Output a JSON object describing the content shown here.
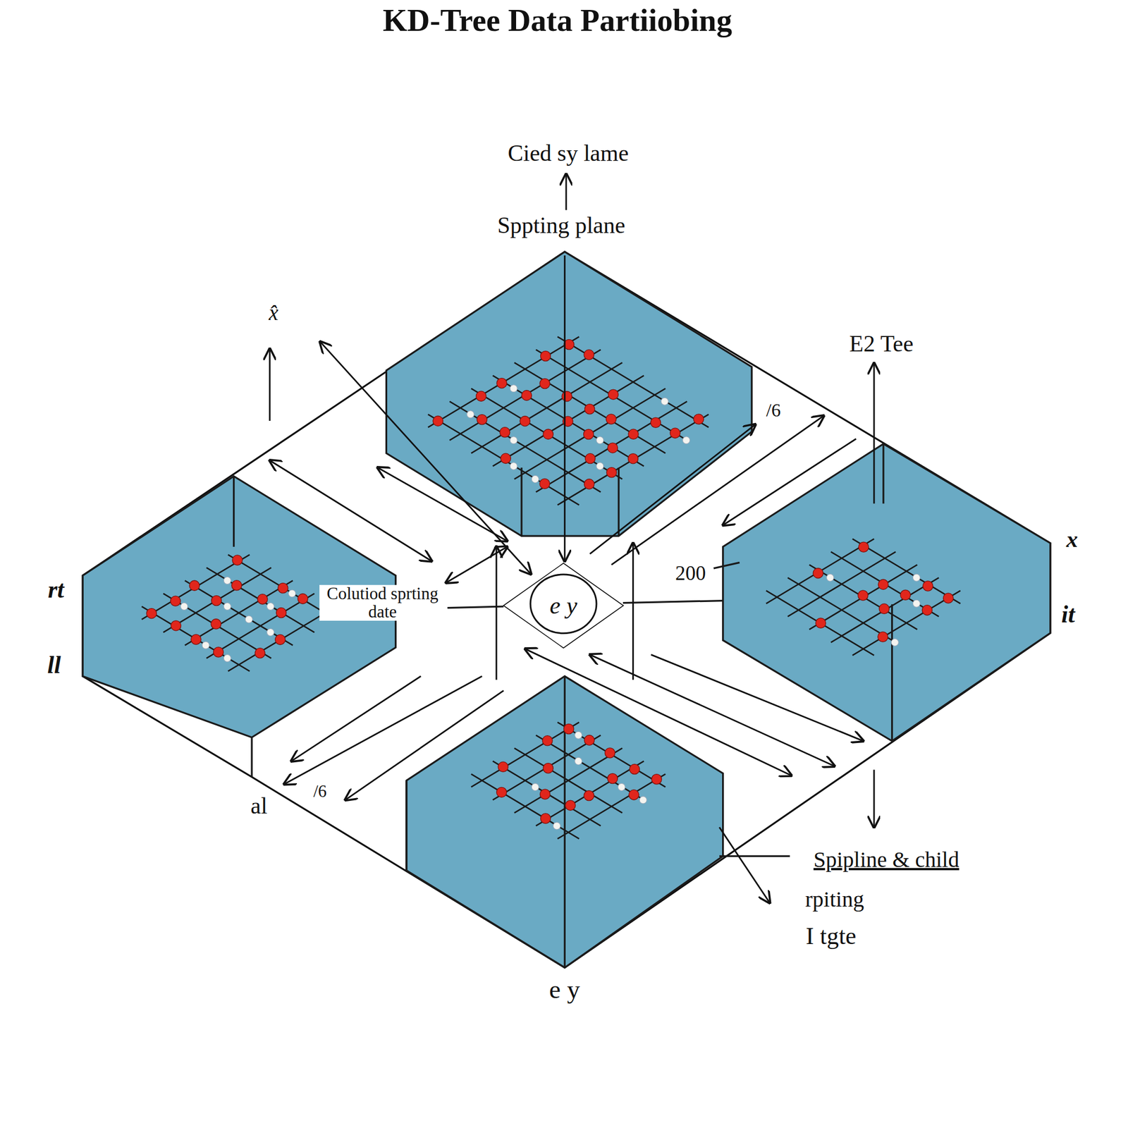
{
  "diagram": {
    "title": "KD-Tree Data Partiiobing",
    "nodes": [
      {
        "text": [
          "e y"
        ]
      }
    ],
    "labels": [
      "Cied sy lame",
      "Sppting plane",
      "x̂",
      "E2 Tee",
      "/6",
      "x",
      "rt",
      "ll",
      "it",
      "200",
      "Colutiod sprting date",
      "al",
      "/6",
      "Spipline & child",
      "rpiting",
      "I tgte",
      "e y"
    ]
  }
}
